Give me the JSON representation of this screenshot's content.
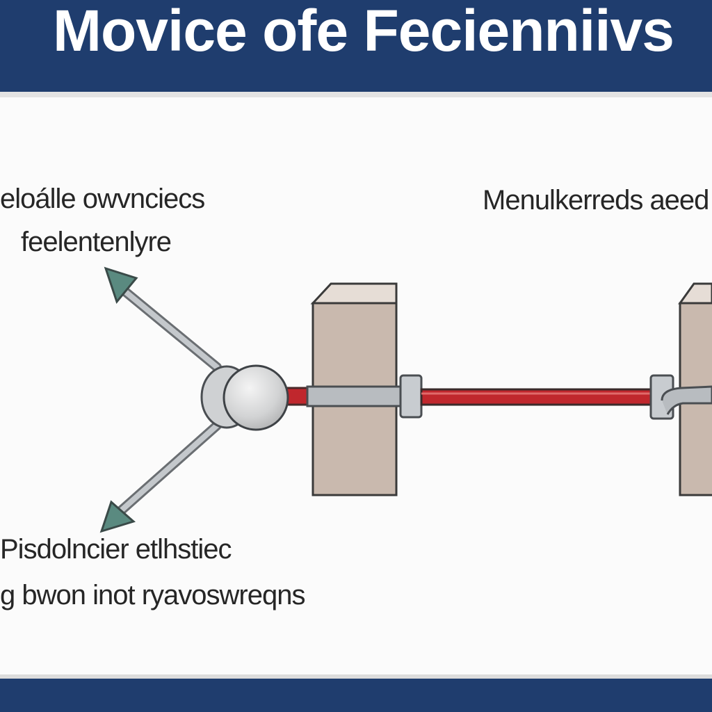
{
  "header": {
    "title": "Movice ofe Fecienniivs",
    "background_color": "#1f3d6e"
  },
  "labels": {
    "top_left_line1": "eloálle owvnciecs",
    "top_left_line2": "feelentenlyre",
    "top_right": "Menulkerreds aeed",
    "bottom_left_line1": "Pisdolncier etlhstiec",
    "bottom_left_line2": "g bwon inot ryavoswreqns"
  },
  "colors": {
    "block": "#c9b9ae",
    "rod": "#b8bcc0",
    "red_rod": "#c0272d",
    "arrow_head": "#5a8a80",
    "sphere": "#d9dadb"
  }
}
